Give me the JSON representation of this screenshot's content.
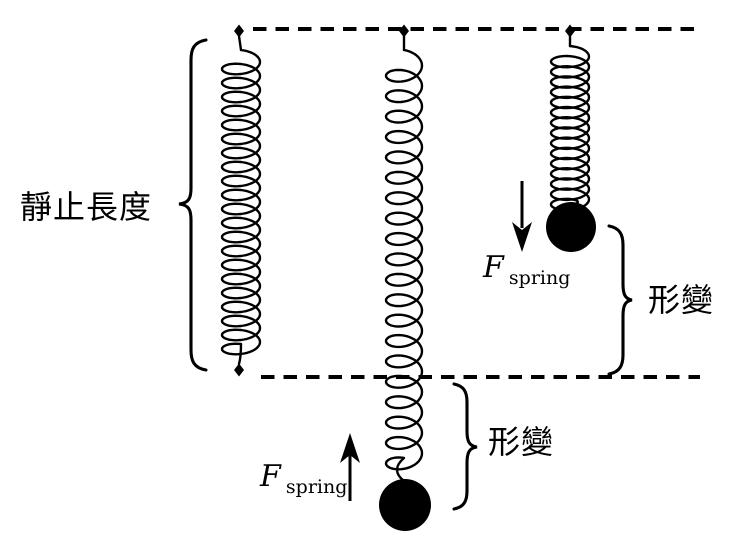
{
  "colors": {
    "ink": "#000000",
    "background": "#ffffff"
  },
  "diagram": {
    "rest_length_label": "靜止長度",
    "deformation_label_stretched": "形變",
    "deformation_label_compressed": "形變",
    "force_stretched": {
      "symbol": "F",
      "subscript": "spring"
    },
    "force_compressed": {
      "symbol": "F",
      "subscript": "spring"
    }
  }
}
